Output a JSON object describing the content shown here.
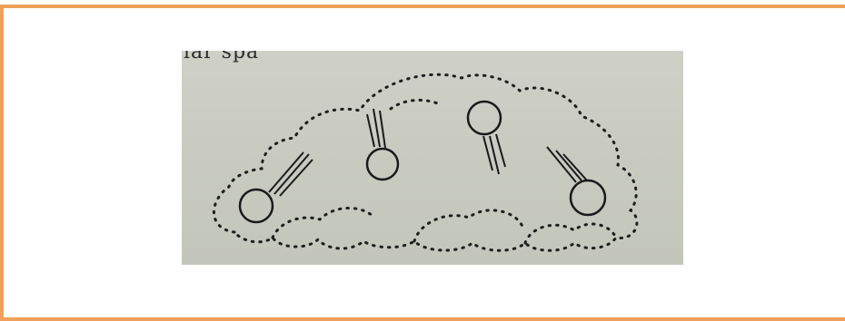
{
  "frame": {
    "border_color": "#f0a05a"
  },
  "photo": {
    "cutoff_text": "lar spa",
    "particles": [
      {
        "name": "particle-far-left"
      },
      {
        "name": "particle-center-left"
      },
      {
        "name": "particle-center-right"
      },
      {
        "name": "particle-right"
      }
    ]
  }
}
